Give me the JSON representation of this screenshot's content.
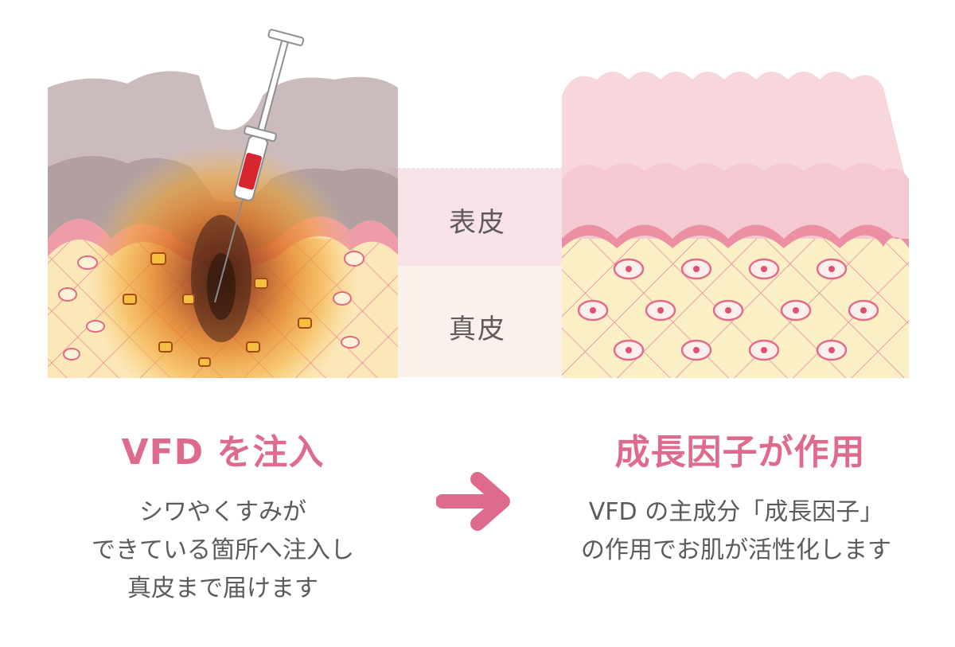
{
  "layers": {
    "epidermis": "表皮",
    "dermis": "真皮"
  },
  "left": {
    "title": "VFD を注入",
    "description": [
      "シワやくすみが",
      "できている箇所へ注入し",
      "真皮まで届けます"
    ]
  },
  "right": {
    "title": "成長因子が作用",
    "description": [
      "VFD の主成分「成長因子」",
      "の作用でお肌が活性化します"
    ]
  },
  "colors": {
    "accent_pink": "#df6b8c",
    "text_gray": "#5b5b5b",
    "epidermis_band": "#f8e4e8",
    "dermis_band": "#fbf1ec"
  },
  "icons": [
    "syringe-icon",
    "arrow-right-icon"
  ]
}
